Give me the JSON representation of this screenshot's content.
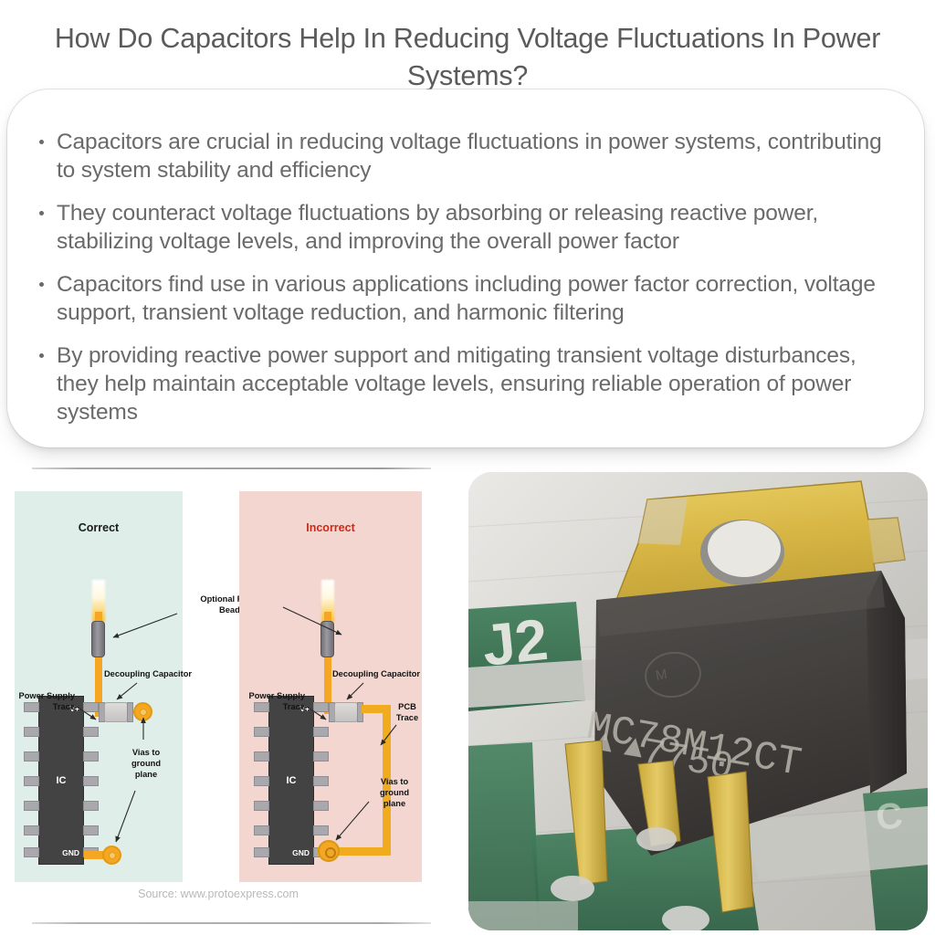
{
  "page": {
    "title": "How Do Capacitors Help In Reducing Voltage Fluctuations In Power Systems?"
  },
  "card": {
    "bullets": [
      "Capacitors are crucial in reducing voltage fluctuations in power systems, contributing to system stability and efficiency",
      "They counteract voltage fluctuations by absorbing or releasing reactive power, stabilizing voltage levels, and improving the overall power factor",
      "Capacitors find use in various applications including power factor correction, voltage support, transient voltage reduction, and harmonic filtering",
      "By providing reactive power support and mitigating transient voltage disturbances, they help maintain acceptable voltage levels, ensuring reliable operation of power systems"
    ]
  },
  "diagram": {
    "source_text": "Source: www.protoexpress.com",
    "panels": {
      "correct": {
        "title": "Correct",
        "background_color": "#dfeee8",
        "title_color": "#1b1b1b",
        "labels": {
          "power_supply_trace": "Power Supply\nTrace",
          "power_supply_trace_line1": "Power Supply",
          "power_supply_trace_line2": "Trace",
          "decoupling_capacitor": "Decoupling Capacitor",
          "vias_to_ground_plane_line1": "Vias to",
          "vias_to_ground_plane_line2": "ground",
          "vias_to_ground_plane_line3": "plane",
          "ic_name": "IC",
          "pin_vplus": "V+",
          "pin_gnd": "GND"
        }
      },
      "incorrect": {
        "title": "Incorrect",
        "background_color": "#f2d6cf",
        "title_color": "#cc2b17",
        "labels": {
          "power_supply_trace_line1": "Power Supply",
          "power_supply_trace_line2": "Trace",
          "decoupling_capacitor": "Decoupling Capacitor",
          "pcb_trace_line1": "PCB",
          "pcb_trace_line2": "Trace",
          "vias_to_ground_plane_line1": "Vias to",
          "vias_to_ground_plane_line2": "ground",
          "vias_to_ground_plane_line3": "plane",
          "ic_name": "IC",
          "pin_vplus": "V+",
          "pin_gnd": "GND"
        }
      }
    },
    "shared_labels": {
      "optional_ferrite_beads_line1": "Optional Ferrite",
      "optional_ferrite_beads_line2": "Beads"
    }
  },
  "photo": {
    "subject": "TO-220 voltage regulator on printed circuit board",
    "part_marking_line1": "MC78M12CT",
    "part_marking_line2": "7750",
    "manufacturer_logo": "motorola-logo",
    "pcb_silkscreen": "J2",
    "colors": {
      "tab_gold": "#d8b63d",
      "body_black": "#3a3835",
      "pcb_green": "#2f6b49",
      "solder_silver": "#c9c8c4"
    }
  },
  "colors": {
    "title_text": "#5b5b5b",
    "body_text": "#6a6a6a",
    "card_background": "#ffffff",
    "page_background": "#ffffff",
    "trace_gold": "#f5a623",
    "ic_body": "#434343"
  }
}
